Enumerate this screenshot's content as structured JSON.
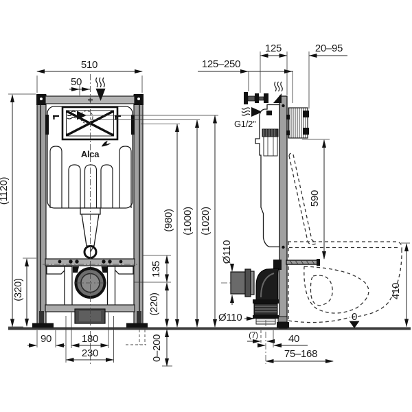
{
  "drawing_title": "concealed-wc-installation-frame",
  "brand": {
    "logo": "Alca"
  },
  "front": {
    "w510": "510",
    "w50": "50",
    "h1120": "(1120)",
    "h320": "(320)",
    "b90": "90",
    "b180": "180",
    "b230": "230",
    "feet_range": "0–200",
    "m135": "135",
    "m220": "(220)",
    "h980": "(980)",
    "h1000": "(1000)",
    "h1020": "(1020)"
  },
  "side": {
    "r125_250": "125–250",
    "d125": "125",
    "w20_95": "20–95",
    "inlet_thread": "G1/2\"",
    "h590": "590",
    "h410": "410",
    "dia_spigot": "Ø110",
    "dia_elbow": "Ø110",
    "g7": "(7)",
    "d40": "40",
    "r75_168": "75–168",
    "floor_datum": "0"
  },
  "colors": {
    "line": "#1a1a1a",
    "steel_gray": "#a9a9a9",
    "dark_part": "#1c1c1c",
    "floor": "#3c3c3c"
  }
}
